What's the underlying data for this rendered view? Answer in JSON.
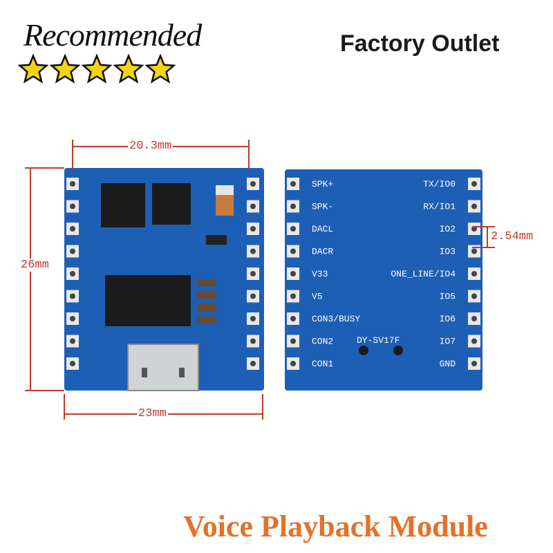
{
  "badge": {
    "recommended": "Recommended",
    "stars": 5
  },
  "header": {
    "factory_outlet": "Factory Outlet"
  },
  "dimensions": {
    "top_width": "20.3mm",
    "height": "26mm",
    "bottom_width": "23mm",
    "pin_pitch": "2.54mm"
  },
  "back_labels": {
    "left": [
      "SPK+",
      "SPK-",
      "DACL",
      "DACR",
      "V33",
      "V5",
      "CON3/BUSY",
      "CON2",
      "CON1"
    ],
    "right": [
      "TX/IO0",
      "RX/IO1",
      "IO2",
      "IO3",
      "ONE_LINE/IO4",
      "IO5",
      "IO6",
      "IO7",
      "GND"
    ],
    "model": "DY-SV17F"
  },
  "footer": {
    "title": "Voice Playback Module"
  },
  "colors": {
    "pcb": "#1d5fb4",
    "dimension": "#c0392b",
    "title": "#e2722a",
    "star": "#f5d311"
  }
}
